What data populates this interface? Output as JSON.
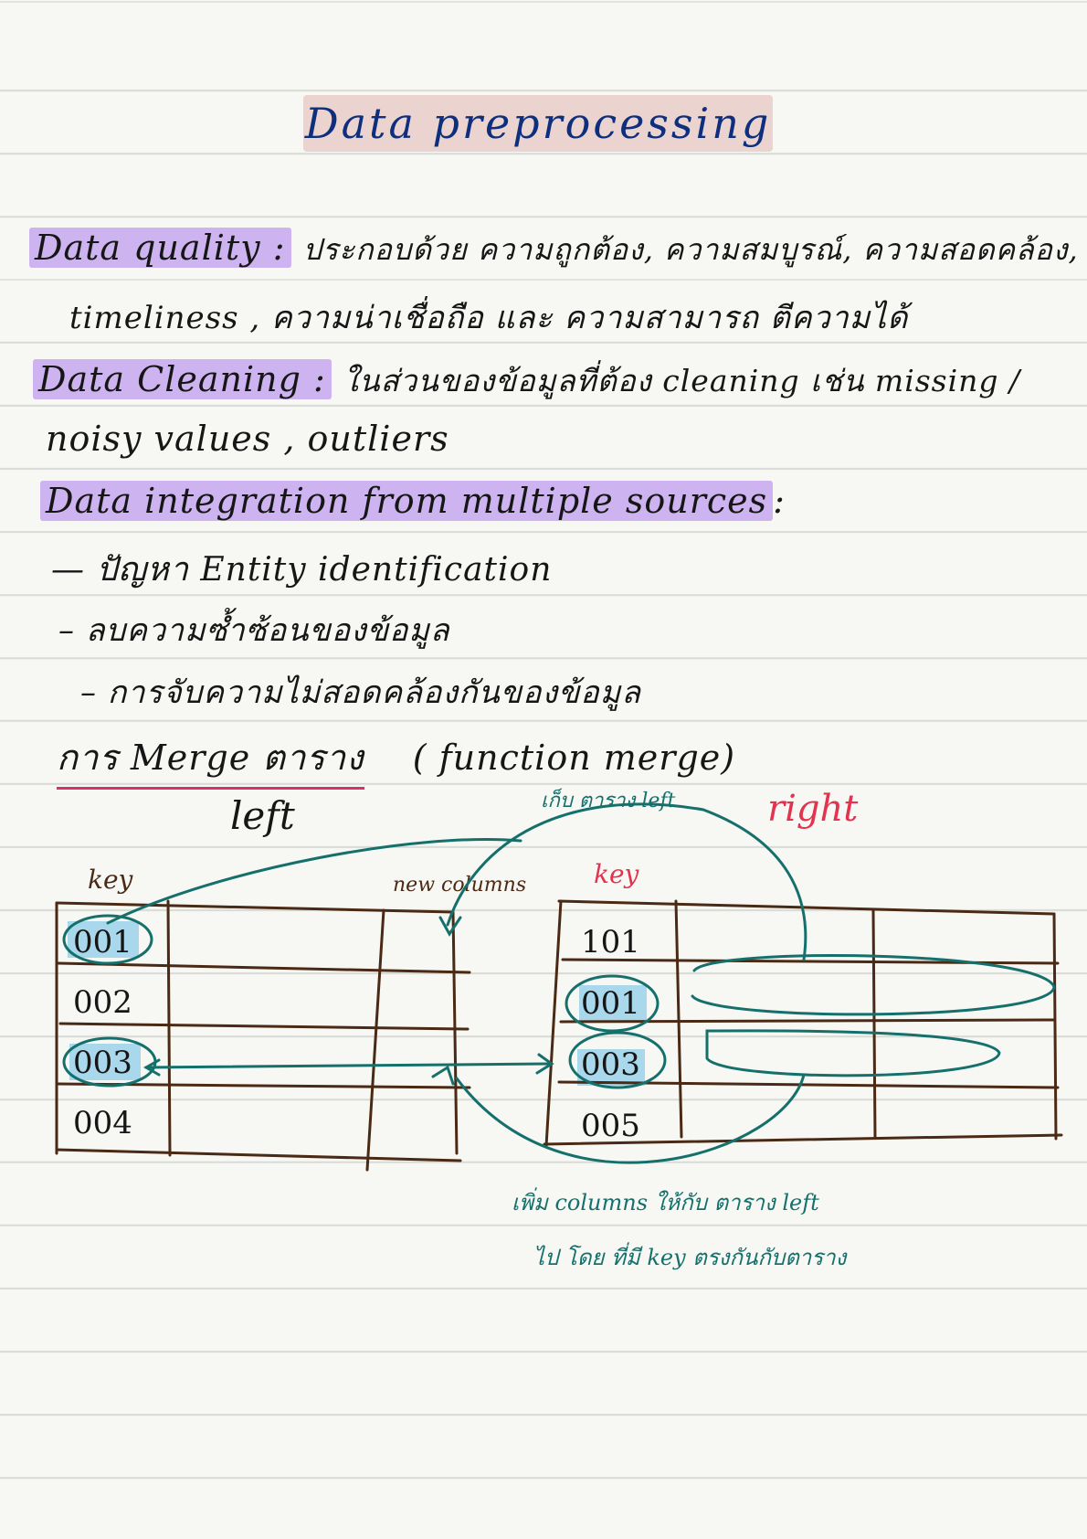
{
  "title": "Data preprocessing",
  "lines": {
    "dq_label": "Data quality :",
    "dq_text": "ประกอบด้วย ความถูกต้อง, ความสมบูรณ์, ความสอดคล้อง,",
    "dq_text2": "timeliness , ความน่าเชื่อถือ และ ความสามารถ ตีความได้",
    "dc_label": "Data Cleaning :",
    "dc_text": "ในส่วนของข้อมูลที่ต้อง cleaning เช่น missing /",
    "dc_text2": "noisy values , outliers",
    "di_label": "Data integration from multiple sources",
    "di_colon": ":",
    "bullet1": "— ปัญหา Entity identification",
    "bullet2": "– ลบความซ้ำซ้อนของข้อมูล",
    "bullet3": "– การจับความไม่สอดคล้องกันของข้อมูล",
    "merge_label": "การ Merge ตาราง",
    "merge_paren": "( function merge)"
  },
  "diagram": {
    "left_label": "left",
    "right_label": "right",
    "left_key_header": "key",
    "right_key_header": "key",
    "new_columns": "new columns",
    "note_top": "เก็บ ตาราง left",
    "note_bottom1": "เพิ่ม columns ให้กับ ตาราง left",
    "note_bottom2": "ไป โดย ที่มี key ตรงกันกับตาราง",
    "left_keys": [
      "001",
      "002",
      "003",
      "004"
    ],
    "right_keys": [
      "101",
      "001",
      "003",
      "005"
    ]
  },
  "colors": {
    "highlight_purple": "#cdb3ef",
    "title_bg": "#ebd3cf",
    "title_ink": "#0d2f7d",
    "teal_ink": "#15706b",
    "red_ink": "#e2334f",
    "table_brown": "#4a2a14",
    "key_highlight": "#a9d8ec",
    "underline_pink": "#d6336c"
  }
}
